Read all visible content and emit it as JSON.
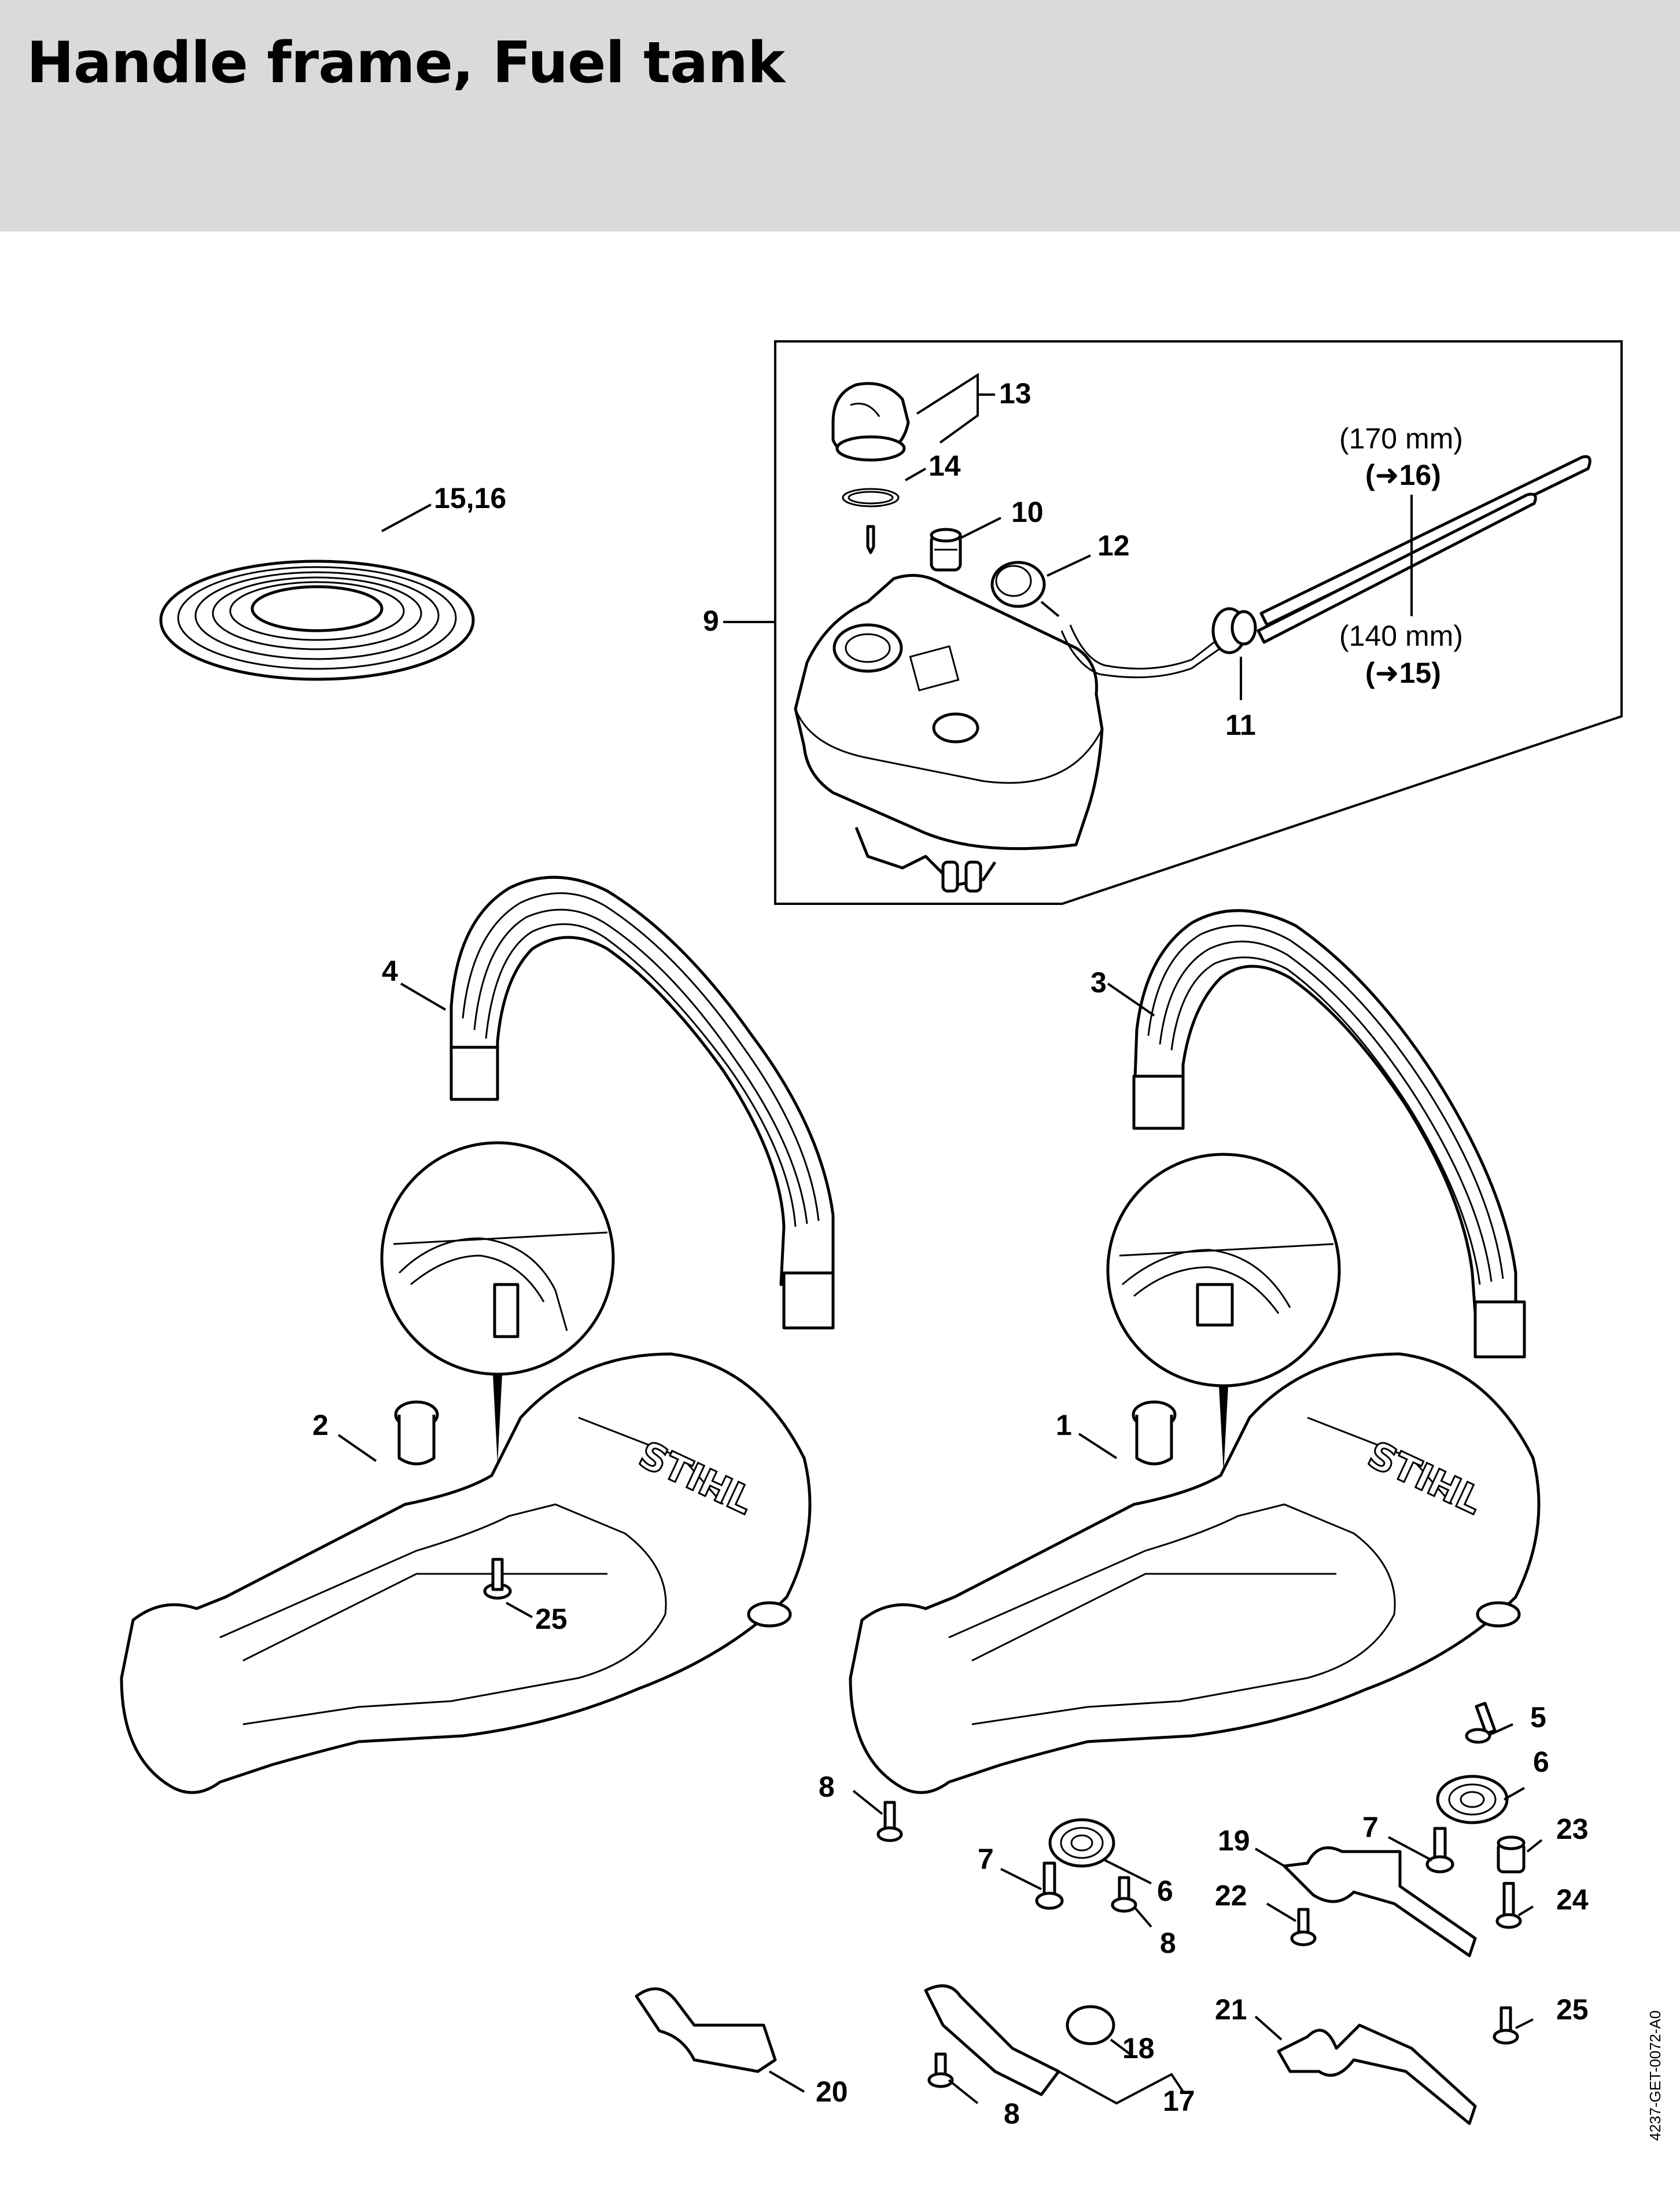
{
  "title": "Handle frame, Fuel tank",
  "doc_id": "4237-GET-0072-A0",
  "callouts": {
    "c1": "1",
    "c2": "2",
    "c3": "3",
    "c4": "4",
    "c5": "5",
    "c6a": "6",
    "c6b": "6",
    "c7a": "7",
    "c7b": "7",
    "c8a": "8",
    "c8b": "8",
    "c8c": "8",
    "c9": "9",
    "c10": "10",
    "c11": "11",
    "c12": "12",
    "c13": "13",
    "c14": "14",
    "c15_16": "15,16",
    "c17": "17",
    "c18": "18",
    "c19": "19",
    "c20": "20",
    "c21": "21",
    "c22": "22",
    "c23": "23",
    "c24": "24",
    "c25a": "25",
    "c25b": "25"
  },
  "hose_notes": {
    "upper_length": "(170 mm)",
    "upper_ref_arrow": "➜",
    "upper_ref": "16",
    "lower_length": "(140 mm)",
    "lower_ref_arrow": "➜",
    "lower_ref": "15"
  }
}
